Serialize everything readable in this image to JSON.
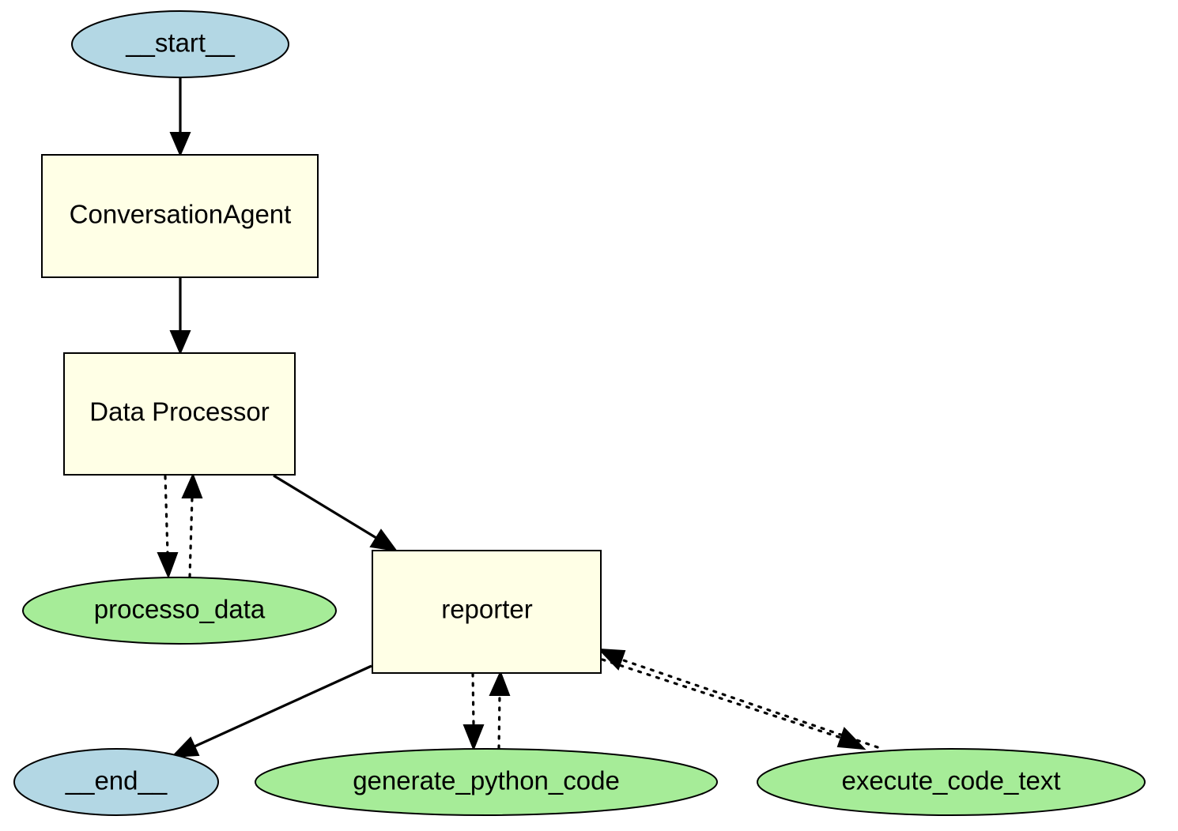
{
  "colors": {
    "terminal_fill": "#b3d7e4",
    "agent_fill": "#ffffe6",
    "tool_fill": "#a6ec98",
    "stroke": "#000000"
  },
  "nodes": {
    "start": {
      "label": "__start__",
      "kind": "terminal"
    },
    "conversation_agent": {
      "label": "ConversationAgent",
      "kind": "agent"
    },
    "data_processor": {
      "label": "Data Processor",
      "kind": "agent"
    },
    "processo_data": {
      "label": "processo_data",
      "kind": "tool"
    },
    "reporter": {
      "label": "reporter",
      "kind": "agent"
    },
    "end": {
      "label": "__end__",
      "kind": "terminal"
    },
    "generate_python_code": {
      "label": "generate_python_code",
      "kind": "tool"
    },
    "execute_code_text": {
      "label": "execute_code_text",
      "kind": "tool"
    }
  },
  "edges": [
    {
      "from": "start",
      "to": "conversation_agent",
      "style": "solid"
    },
    {
      "from": "conversation_agent",
      "to": "data_processor",
      "style": "solid"
    },
    {
      "from": "data_processor",
      "to": "processo_data",
      "style": "dotted"
    },
    {
      "from": "processo_data",
      "to": "data_processor",
      "style": "dotted"
    },
    {
      "from": "data_processor",
      "to": "reporter",
      "style": "solid"
    },
    {
      "from": "reporter",
      "to": "end",
      "style": "solid"
    },
    {
      "from": "reporter",
      "to": "generate_python_code",
      "style": "dotted"
    },
    {
      "from": "generate_python_code",
      "to": "reporter",
      "style": "dotted"
    },
    {
      "from": "reporter",
      "to": "execute_code_text",
      "style": "dotted"
    },
    {
      "from": "execute_code_text",
      "to": "reporter",
      "style": "dotted"
    }
  ]
}
